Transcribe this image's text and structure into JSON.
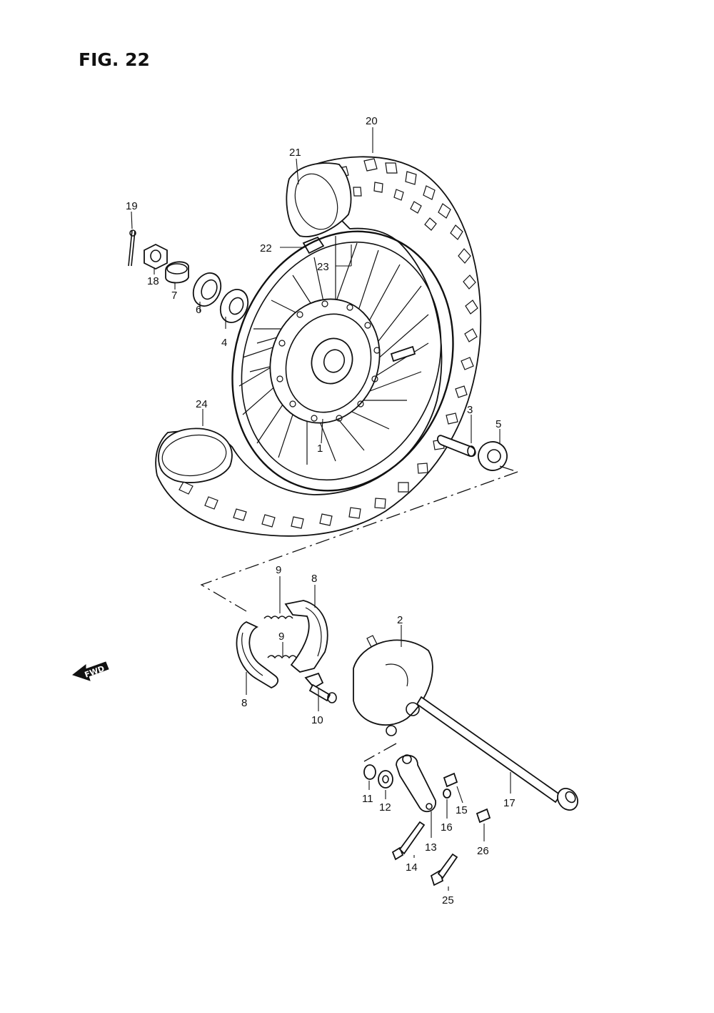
{
  "figure": {
    "title": "FIG. 22"
  },
  "callouts": [
    {
      "id": "c20",
      "label": "20"
    },
    {
      "id": "c21",
      "label": "21"
    },
    {
      "id": "c19",
      "label": "19"
    },
    {
      "id": "c22",
      "label": "22"
    },
    {
      "id": "c23",
      "label": "23"
    },
    {
      "id": "c18",
      "label": "18"
    },
    {
      "id": "c7",
      "label": "7"
    },
    {
      "id": "c6",
      "label": "6"
    },
    {
      "id": "c4",
      "label": "4"
    },
    {
      "id": "c24",
      "label": "24"
    },
    {
      "id": "c1",
      "label": "1"
    },
    {
      "id": "c3",
      "label": "3"
    },
    {
      "id": "c5",
      "label": "5"
    },
    {
      "id": "c9a",
      "label": "9"
    },
    {
      "id": "c8a",
      "label": "8"
    },
    {
      "id": "c9b",
      "label": "9"
    },
    {
      "id": "c2",
      "label": "2"
    },
    {
      "id": "c8b",
      "label": "8"
    },
    {
      "id": "c10",
      "label": "10"
    },
    {
      "id": "c11",
      "label": "11"
    },
    {
      "id": "c12",
      "label": "12"
    },
    {
      "id": "c17",
      "label": "17"
    },
    {
      "id": "c15",
      "label": "15"
    },
    {
      "id": "c16",
      "label": "16"
    },
    {
      "id": "c13",
      "label": "13"
    },
    {
      "id": "c26",
      "label": "26"
    },
    {
      "id": "c14",
      "label": "14"
    },
    {
      "id": "c25",
      "label": "25"
    }
  ],
  "direction_indicator": {
    "label": "FWD",
    "icon": "forward-arrow-icon"
  }
}
